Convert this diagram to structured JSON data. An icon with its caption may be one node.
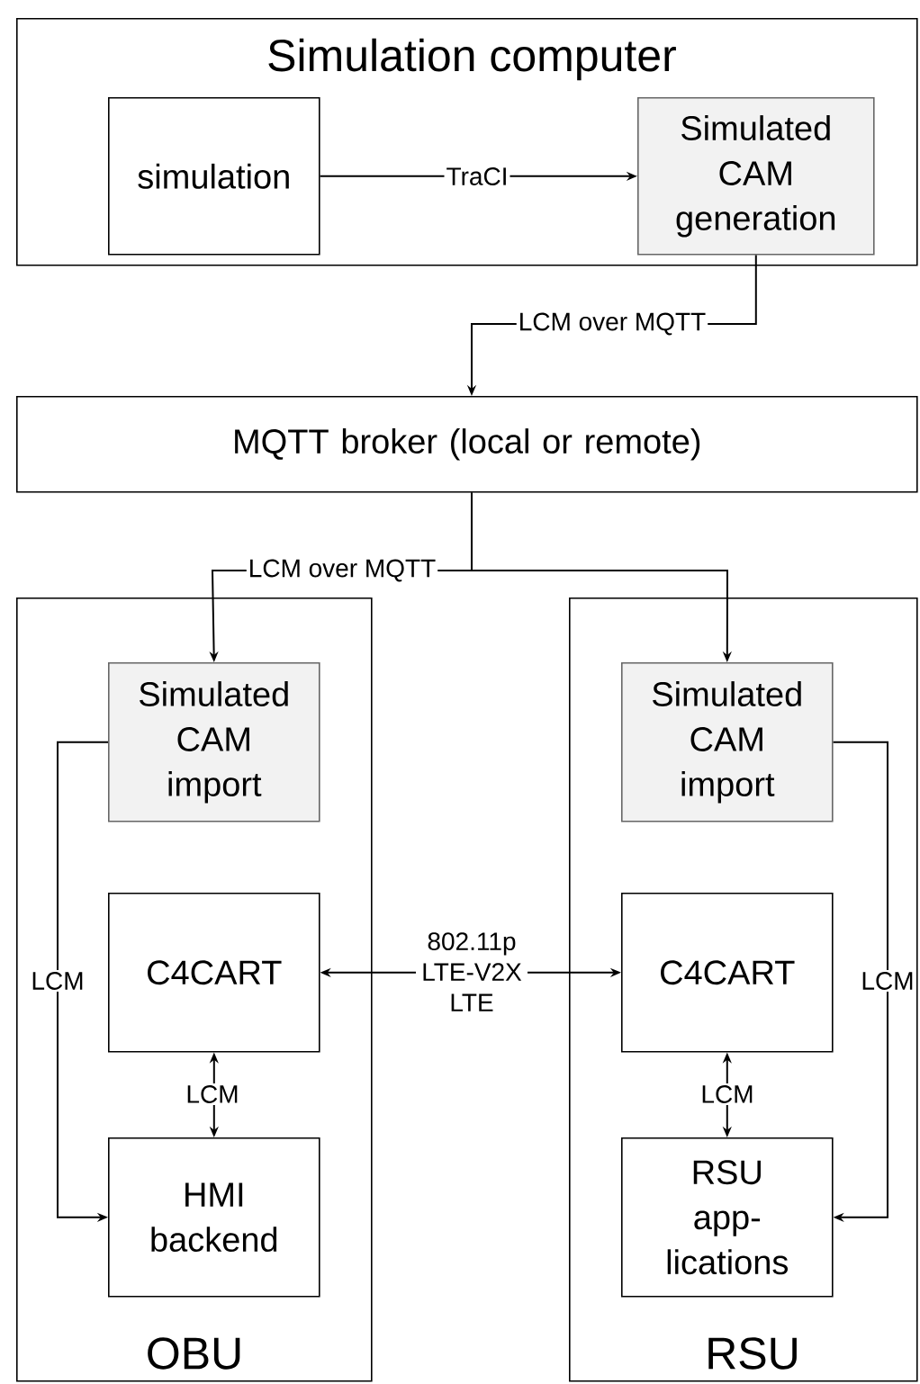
{
  "diagram": {
    "nodes": [
      {
        "text": [
          "Simulation computer"
        ]
      },
      {
        "text": [
          "simulation"
        ],
        "in": 0
      },
      {
        "text": [
          "Simulated CAM generation"
        ],
        "in": 0
      },
      {
        "text": [
          "MQTT broker (local or remote)"
        ]
      },
      {
        "text": [
          "OBU"
        ]
      },
      {
        "text": [
          "Simulated CAM import"
        ],
        "in": 4
      },
      {
        "text": [
          "C4CART"
        ],
        "in": 4
      },
      {
        "text": [
          "HMI backend"
        ],
        "in": 4
      },
      {
        "text": [
          "RSU"
        ]
      },
      {
        "text": [
          "Simulated CAM import"
        ],
        "in": 8
      },
      {
        "text": [
          "C4CART"
        ],
        "in": 8
      },
      {
        "text": [
          "RSU app- lications"
        ],
        "in": 8
      }
    ],
    "edges": [
      {
        "from": 1,
        "to": 2,
        "arrow": "to",
        "label": "TraCI"
      },
      {
        "from": 2,
        "to": 3,
        "arrow": "to",
        "label": "LCM over MQTT"
      },
      {
        "from": 3,
        "to": 5,
        "arrow": "to",
        "label": "LCM over MQTT"
      },
      {
        "from": 3,
        "to": 9,
        "arrow": "to"
      },
      {
        "from": 6,
        "to": 10,
        "arrow": "both",
        "label": "802.11p LTE-V2X LTE"
      },
      {
        "from": 6,
        "to": 7,
        "arrow": "both",
        "label": "LCM"
      },
      {
        "from": 10,
        "to": 11,
        "arrow": "both",
        "label": "LCM"
      },
      {
        "from": 5,
        "to": 7,
        "arrow": "to",
        "label": "LCM"
      },
      {
        "from": 9,
        "to": 11,
        "arrow": "to",
        "label": "LCM"
      }
    ]
  }
}
